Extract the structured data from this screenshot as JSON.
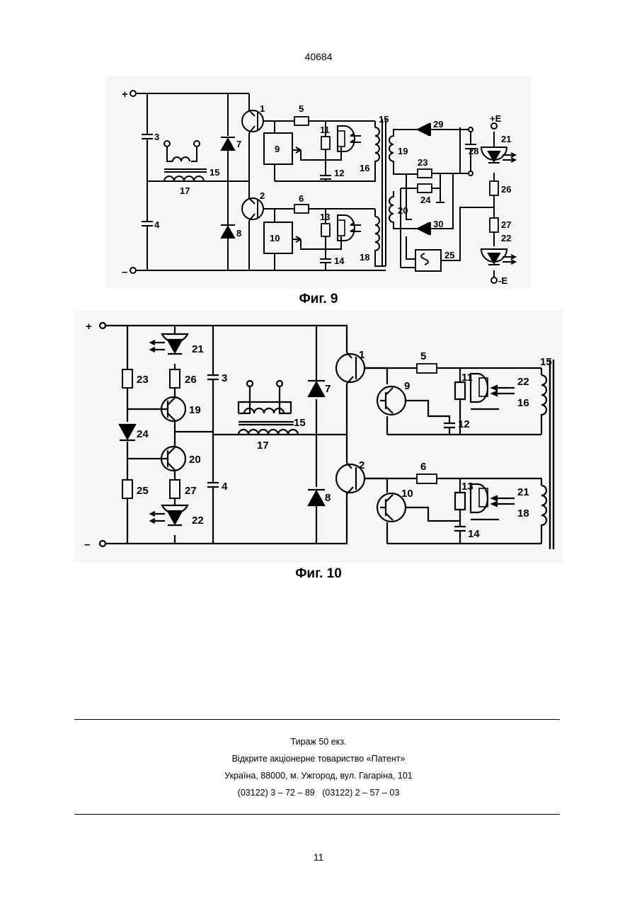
{
  "header": {
    "document_number": "40684"
  },
  "figure9": {
    "caption": "Фиг. 9",
    "terminals": {
      "plus": "+",
      "minus": "–",
      "plus_e": "+E",
      "minus_e": "-E"
    },
    "labels": {
      "l1": "1",
      "l2": "2",
      "l3": "3",
      "l4": "4",
      "l5": "5",
      "l6": "6",
      "l7": "7",
      "l8": "8",
      "l9": "9",
      "l10": "10",
      "l11": "11",
      "l12": "12",
      "l13": "13",
      "l14": "14",
      "l15": "15",
      "l15b": "15",
      "l16": "16",
      "l17": "17",
      "l18": "18",
      "l19": "19",
      "l20": "20",
      "l21": "21",
      "l22": "22",
      "l23": "23",
      "l24": "24",
      "l25": "25",
      "l26": "26",
      "l27": "27",
      "l28": "28",
      "l29": "29",
      "l30": "30"
    }
  },
  "figure10": {
    "caption": "Фиг. 10",
    "terminals": {
      "plus": "+",
      "minus": "–"
    },
    "labels": {
      "l1": "1",
      "l2": "2",
      "l3": "3",
      "l4": "4",
      "l5": "5",
      "l6": "6",
      "l7": "7",
      "l8": "8",
      "l9": "9",
      "l10": "10",
      "l11": "11",
      "l12": "12",
      "l13": "13",
      "l14": "14",
      "l15": "15",
      "l15b": "15",
      "l16": "16",
      "l17": "17",
      "l18": "18",
      "l19": "19",
      "l20": "20",
      "l21": "21",
      "l21b": "21",
      "l22": "22",
      "l22b": "22",
      "l23": "23",
      "l24": "24",
      "l25": "25",
      "l26": "26",
      "l27": "27"
    }
  },
  "footer": {
    "line1": "Тираж 50 екз.",
    "line2": "Відкрите акціонерне товариство «Патент»",
    "line3": "Україна, 88000, м. Ужгород, вул. Гагаріна, 101",
    "line4": "(03122) 3 – 72 – 89   (03122) 2 – 57 – 03"
  },
  "page_number": "11"
}
